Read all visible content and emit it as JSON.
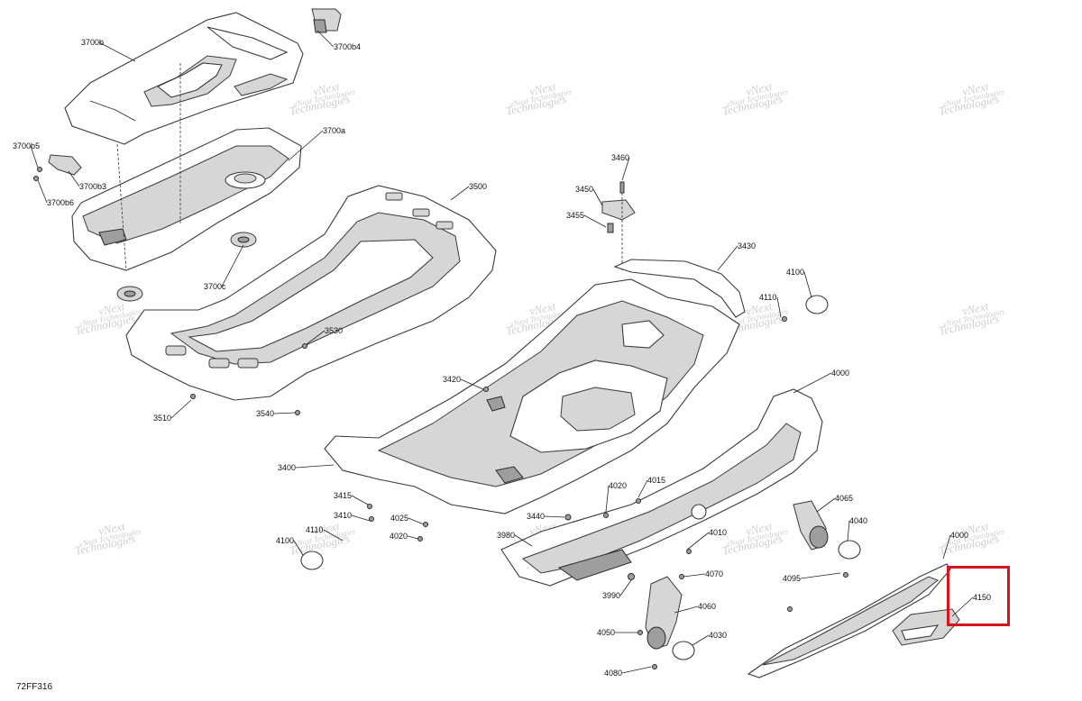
{
  "figure_id": "72FF316",
  "watermark": {
    "line1": "vNext",
    "line2": "Technologies",
    "small": "vNext Technologies"
  },
  "highlight": {
    "color": "#d9141e",
    "label": "4150"
  },
  "callouts": [
    "3700b",
    "3700b4",
    "3700b5",
    "3700b3",
    "3700b6",
    "3700a",
    "3700c",
    "3500",
    "3530",
    "3510",
    "3540",
    "3460",
    "3450",
    "3455",
    "3430",
    "4100",
    "4110",
    "3420",
    "4000",
    "3400",
    "4015",
    "4020",
    "3415",
    "3410",
    "4025",
    "4020",
    "4110",
    "4100",
    "3440",
    "3980",
    "4010",
    "4065",
    "4040",
    "4060",
    "4070",
    "3990",
    "4050",
    "4030",
    "4080",
    "4095",
    "4000",
    "4150"
  ]
}
